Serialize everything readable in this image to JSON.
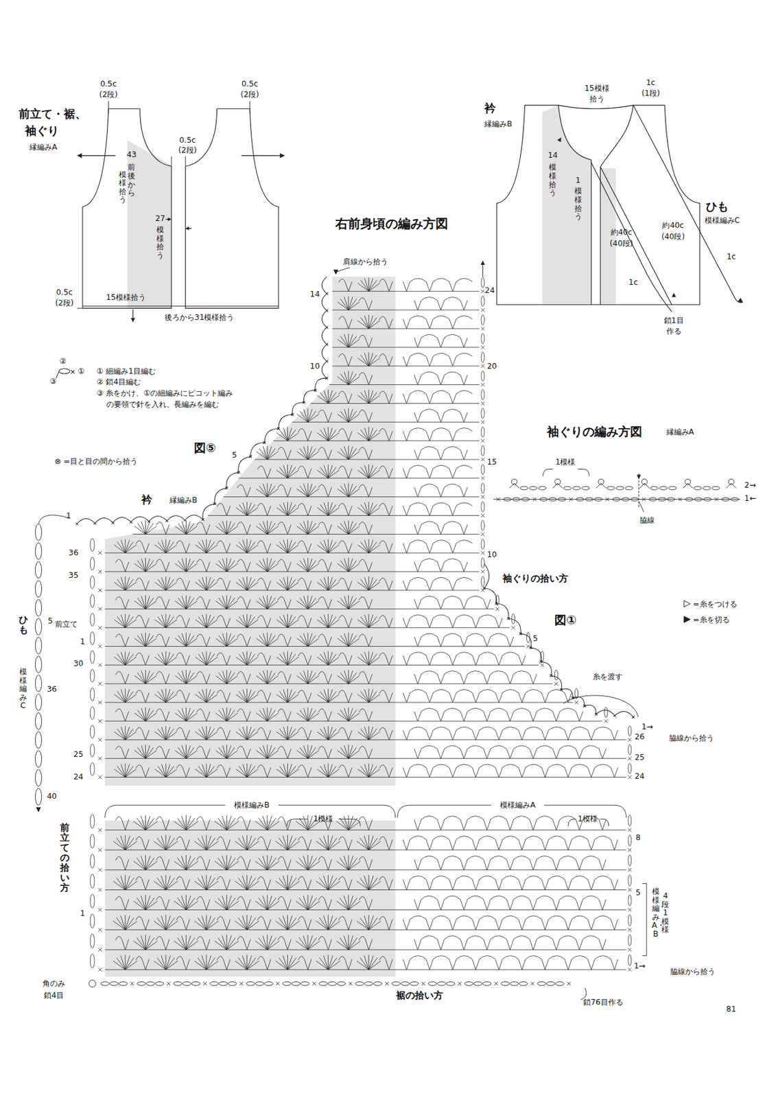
{
  "diagram": {
    "title": "右前身頃の編み方図",
    "labels": [
      "0.5c",
      "(2段)",
      "0.5c",
      "(2段)",
      "前立て・裾、",
      "袖ぐり",
      "縁編みA",
      "0.5c",
      "(2段)",
      "43",
      "前後から",
      "模様拾う",
      "27",
      "模様拾う",
      "0.5c",
      "(2段)",
      "15模様拾う",
      "後ろから31模様拾う",
      "衿",
      "縁編みB",
      "15模様",
      "拾う",
      "1c",
      "(1段)",
      "14",
      "模様拾う",
      "1",
      "模様拾う",
      "約40c",
      "(40段)",
      "約40c",
      "(40段)",
      "ひも",
      "模様編みC",
      "1c",
      "1c",
      "鎖1目",
      "作る",
      "肩線から拾う",
      "②",
      "①",
      "③",
      "① 細編み1目編む",
      "② 鎖4目編む",
      "③ 糸をかけ、①の細編みにピコット編み",
      "の要領で針を入れ、長編みを編む",
      "図⑤",
      "⊗ =目と目の間から拾う",
      "衿",
      "縁編みB",
      "袖ぐりの編み方図",
      "縁編みA",
      "1模様",
      "2→",
      "1←",
      "脇線",
      "袖ぐりの拾い方",
      "図①",
      "糸を渡す",
      "1→",
      "脇線から拾う",
      "模様編みB",
      "1模様",
      "模様編みA",
      "1模様",
      "模様編みA・B",
      "4段1模様",
      "前立ての拾い方",
      "ひも",
      "模様編みC",
      "前立て",
      "角のみ",
      "鎖4目",
      "裾の拾い方",
      "鎖76目作る",
      "1→",
      "脇線から拾う",
      "81",
      "24",
      "20",
      "15",
      "10",
      "26",
      "25",
      "24",
      "8",
      "5",
      "14",
      "10",
      "5",
      "1",
      "36",
      "35",
      "30",
      "1",
      "25",
      "24",
      "1",
      "5",
      "36",
      "40",
      "5"
    ],
    "legend": [
      {
        "text": "=糸をつける"
      },
      {
        "text": "=糸を切る"
      }
    ]
  }
}
